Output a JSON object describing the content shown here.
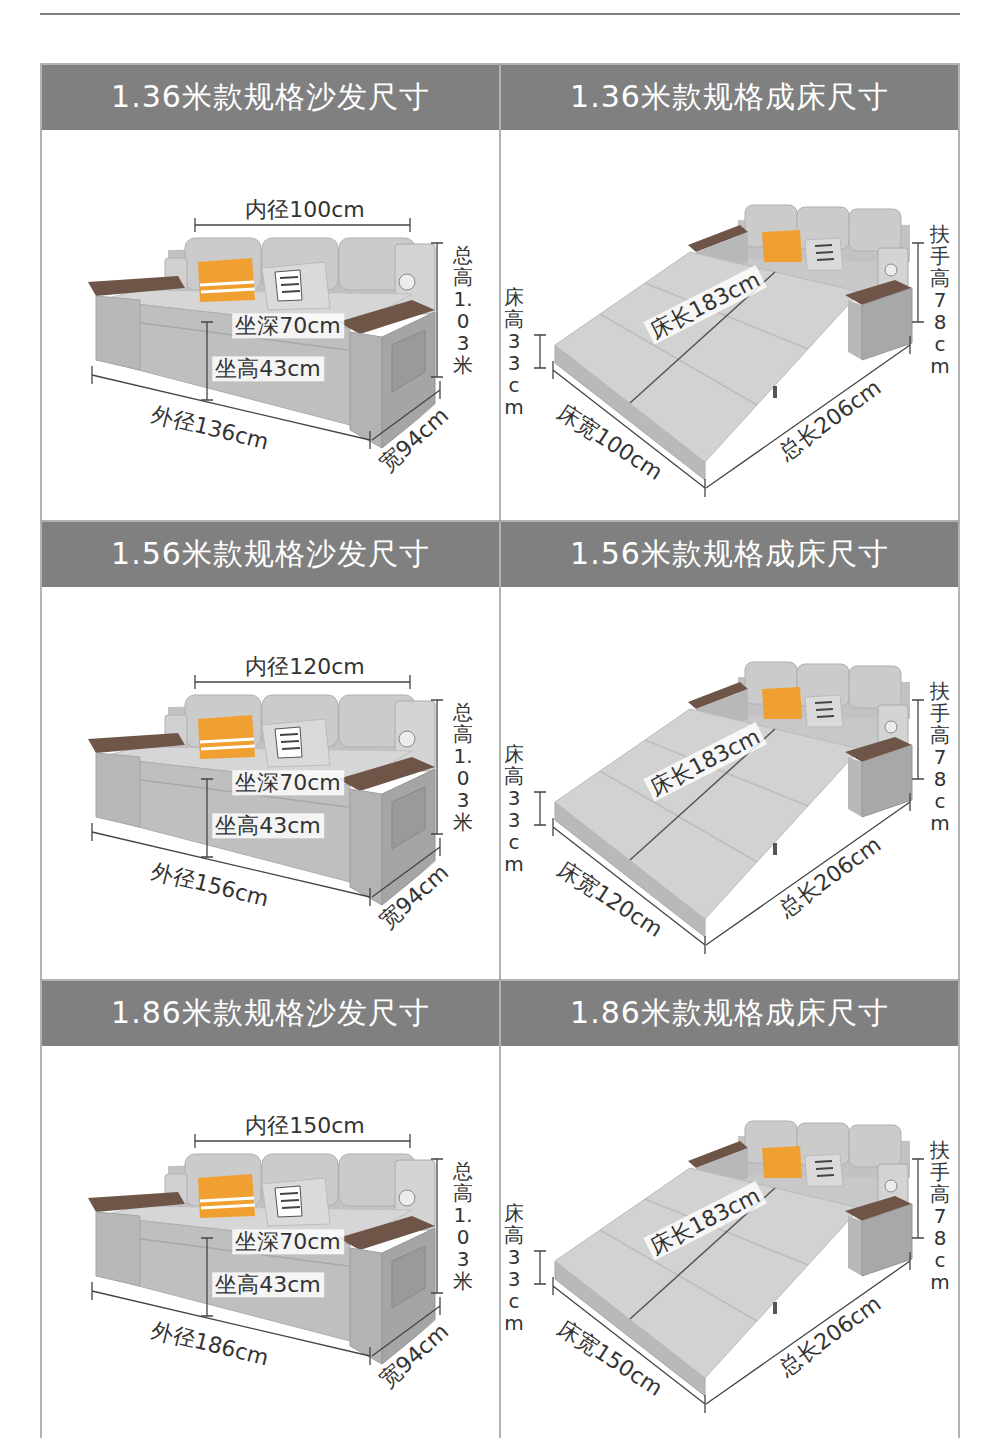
{
  "diagram": {
    "nodes": [
      {
        "text": [
          "1.36米款规格沙发尺寸"
        ]
      },
      {
        "text": [
          "1.36米款规格成床尺寸"
        ]
      },
      {
        "text": [
          "1.56米款规格沙发尺寸"
        ]
      },
      {
        "text": [
          "1.56米款规格成床尺寸"
        ]
      },
      {
        "text": [
          "1.86米款规格沙发尺寸"
        ]
      },
      {
        "text": [
          "1.86米款规格成床尺寸"
        ]
      }
    ],
    "labels": [
      "内径100cm",
      "总高1.03米",
      "坐深70cm",
      "坐高43cm",
      "外径136cm",
      "宽94cm",
      "床长183cm",
      "扶手高78cm",
      "床高33cm",
      "床宽100cm",
      "总长206cm",
      "内径120cm",
      "总高1.03米",
      "坐深70cm",
      "坐高43cm",
      "外径156cm",
      "宽94cm",
      "床长183cm",
      "扶手高78cm",
      "床高33cm",
      "床宽120cm",
      "总长206cm",
      "内径150cm",
      "总高1.03米",
      "坐深70cm",
      "坐高43cm",
      "外径186cm",
      "宽94cm",
      "床长183cm",
      "扶手高78cm",
      "床高33cm",
      "床宽150cm",
      "总长206cm"
    ]
  }
}
